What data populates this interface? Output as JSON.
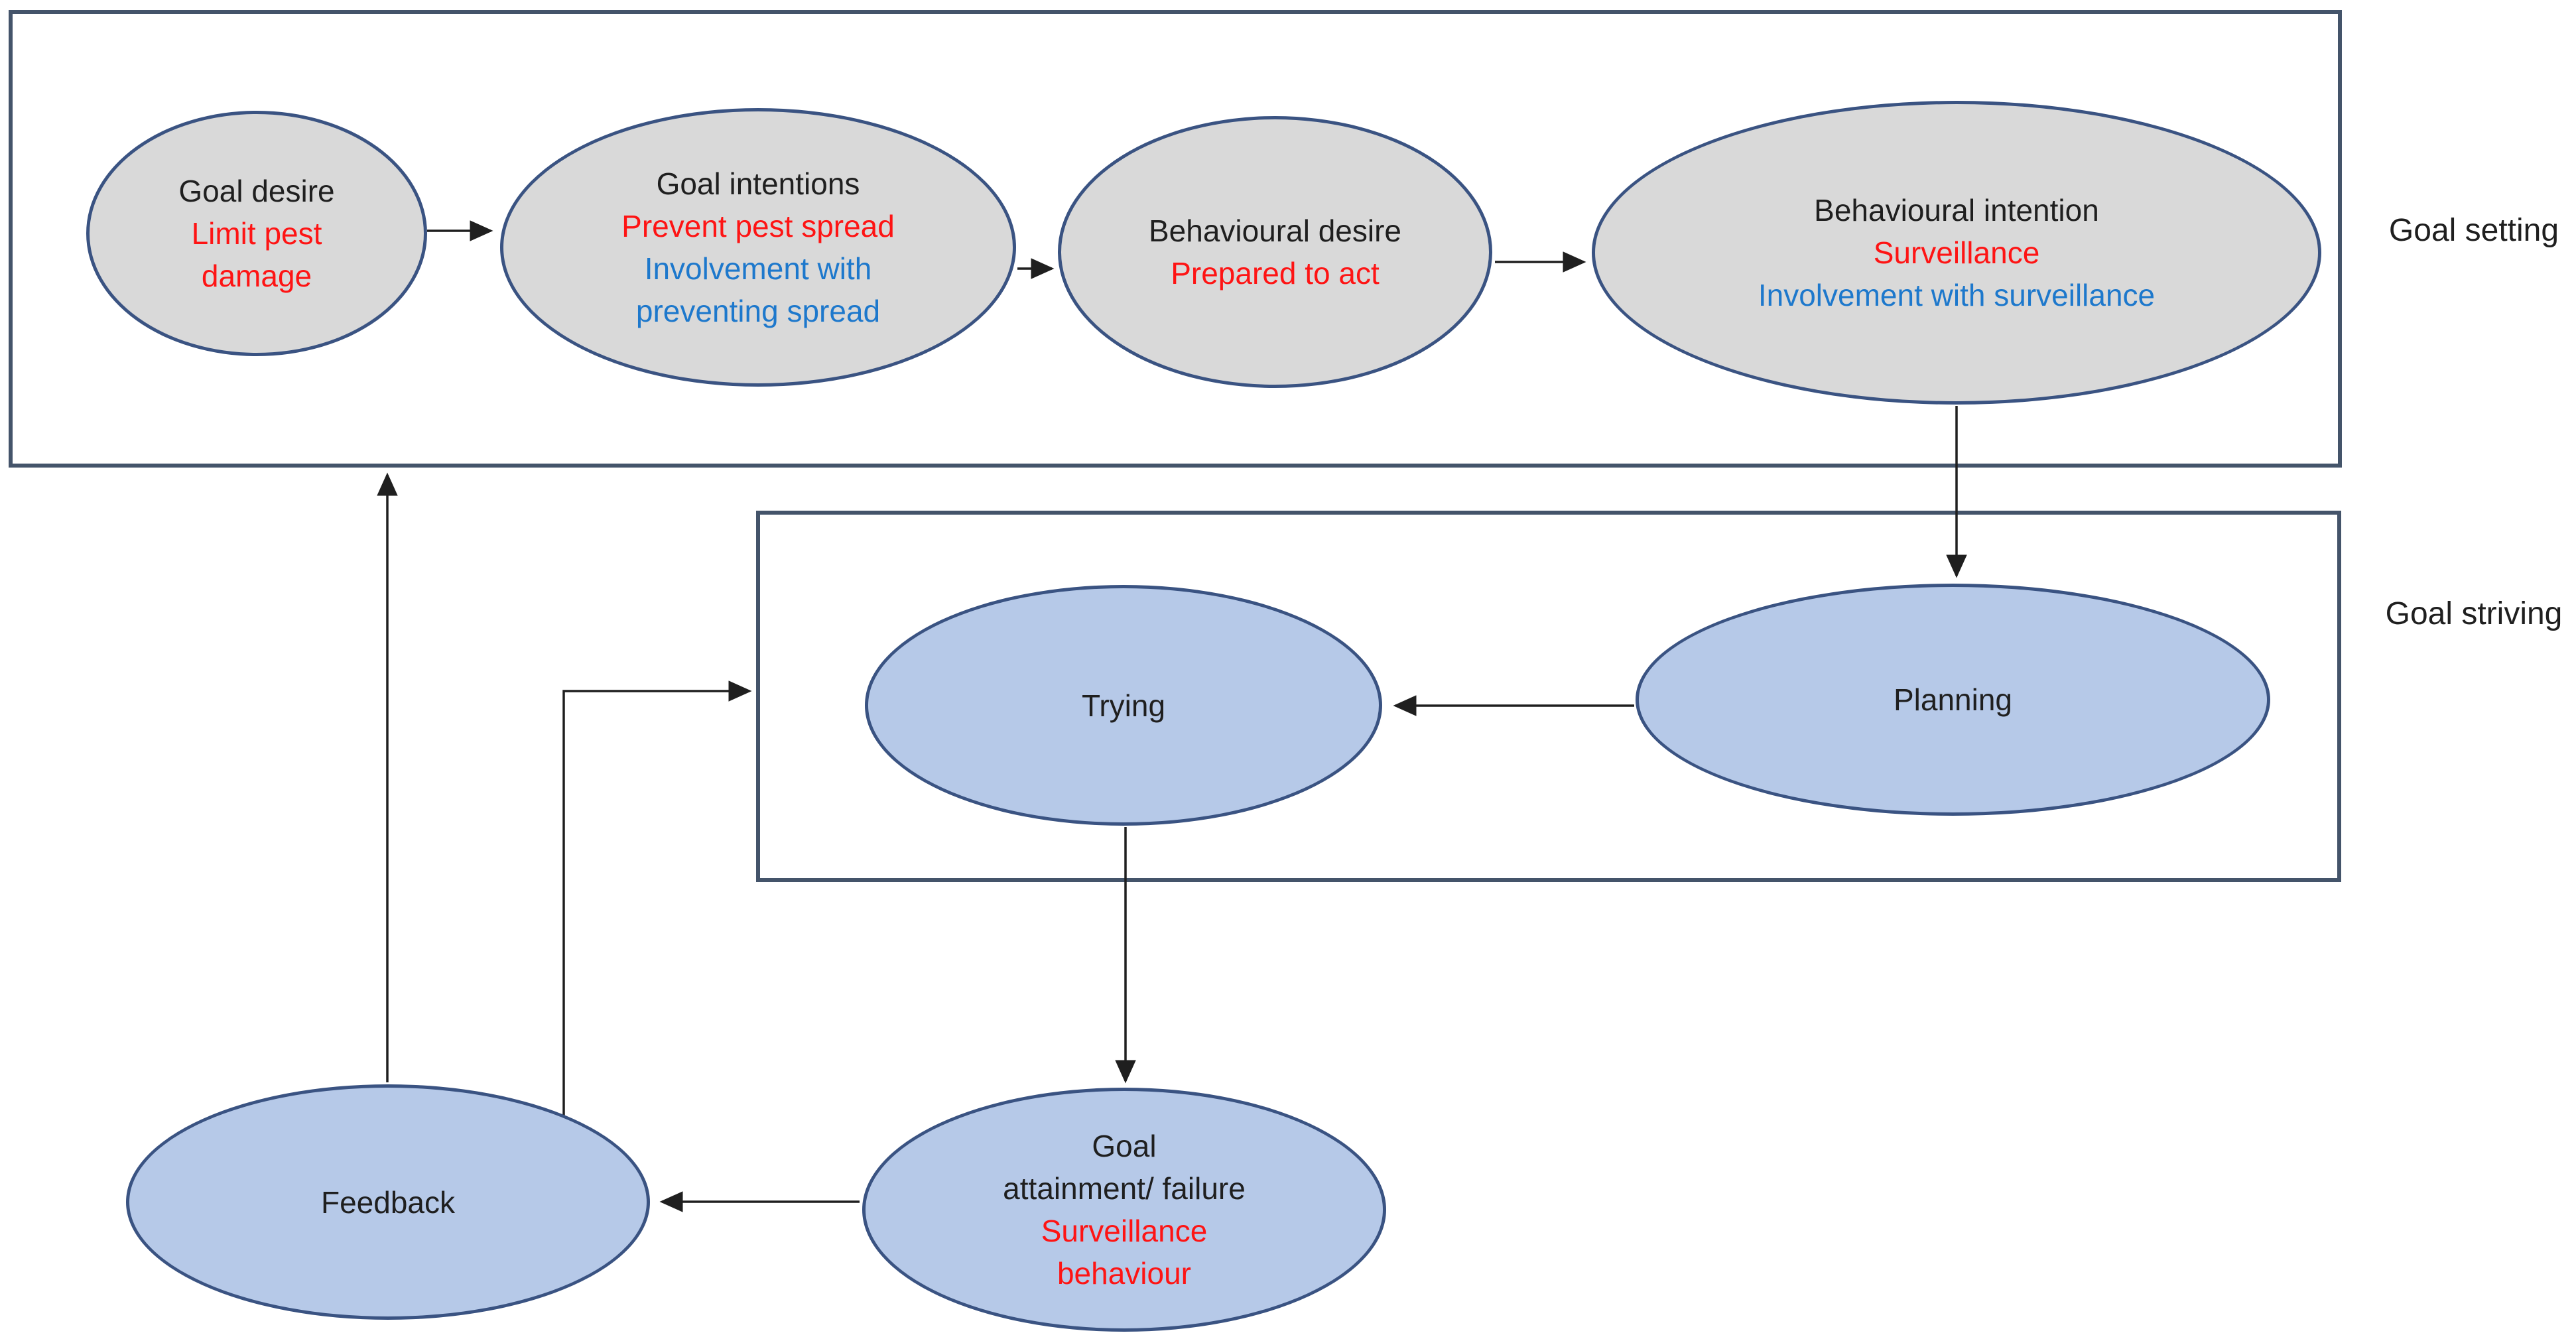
{
  "colors": {
    "box_border": "#44546a",
    "ellipse_border": "#3a5382",
    "gray_fill": "#d9d9d9",
    "blue_fill": "#b6c9e8",
    "text_black": "#1f1f1f",
    "text_red": "#fe1414",
    "text_blue": "#1d78cc",
    "arrow": "#1f1f1f"
  },
  "labels": {
    "goal_setting": "Goal setting",
    "goal_striving": "Goal striving"
  },
  "ellipses": {
    "goal_desire": {
      "fill": "gray",
      "lines": [
        {
          "text": "Goal desire",
          "color": "#1f1f1f"
        },
        {
          "text": "Limit pest",
          "color": "#fe1414"
        },
        {
          "text": "damage",
          "color": "#fe1414"
        }
      ]
    },
    "goal_intentions": {
      "fill": "gray",
      "lines": [
        {
          "text": "Goal intentions",
          "color": "#1f1f1f"
        },
        {
          "text": "Prevent pest spread",
          "color": "#fe1414"
        },
        {
          "text": "Involvement with",
          "color": "#1d78cc"
        },
        {
          "text": "preventing spread",
          "color": "#1d78cc"
        }
      ]
    },
    "behavioural_desire": {
      "fill": "gray",
      "lines": [
        {
          "text": "Behavioural desire",
          "color": "#1f1f1f"
        },
        {
          "text": "Prepared to act",
          "color": "#fe1414"
        }
      ]
    },
    "behavioural_intention": {
      "fill": "gray",
      "lines": [
        {
          "text": "Behavioural intention",
          "color": "#1f1f1f"
        },
        {
          "text": "Surveillance",
          "color": "#fe1414"
        },
        {
          "text": "Involvement with surveillance",
          "color": "#1d78cc"
        }
      ]
    },
    "trying": {
      "fill": "blue",
      "lines": [
        {
          "text": "Trying",
          "color": "#1f1f1f"
        }
      ]
    },
    "planning": {
      "fill": "blue",
      "lines": [
        {
          "text": "Planning",
          "color": "#1f1f1f"
        }
      ]
    },
    "feedback": {
      "fill": "blue",
      "lines": [
        {
          "text": "Feedback",
          "color": "#1f1f1f"
        }
      ]
    },
    "goal_attainment": {
      "fill": "blue",
      "lines": [
        {
          "text": "Goal",
          "color": "#1f1f1f"
        },
        {
          "text": "attainment/ failure",
          "color": "#1f1f1f"
        },
        {
          "text": "Surveillance",
          "color": "#fe1414"
        },
        {
          "text": "behaviour",
          "color": "#fe1414"
        }
      ]
    }
  }
}
